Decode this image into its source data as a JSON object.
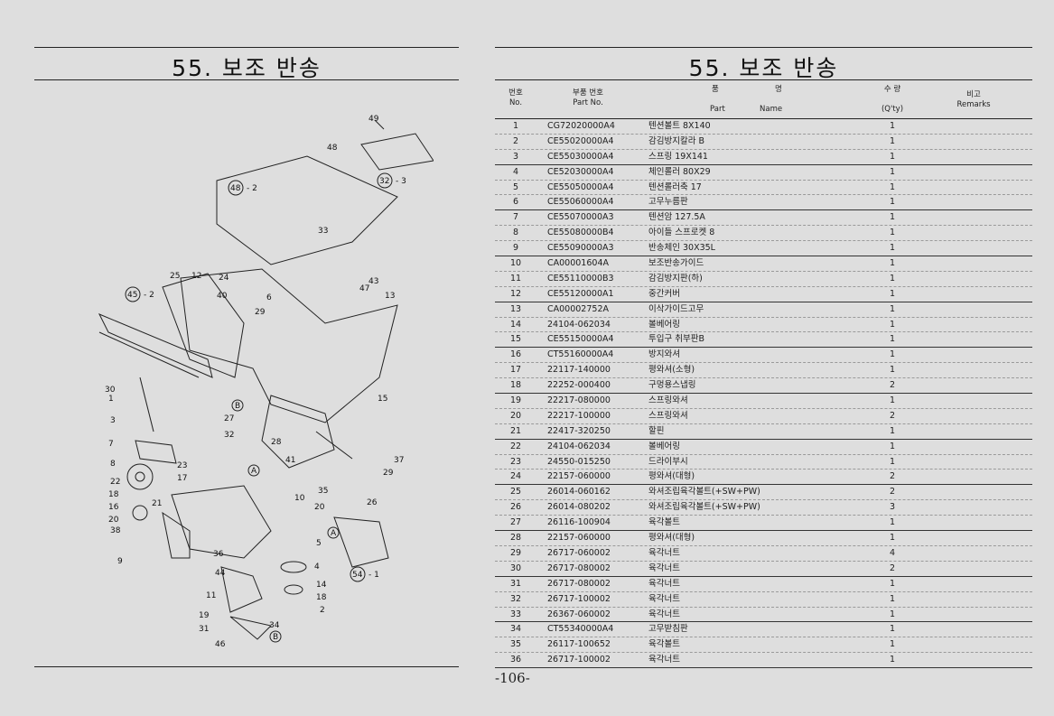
{
  "left_page": {
    "title": "55. 보조 반송"
  },
  "right_page": {
    "title": "55. 보조 반송",
    "headers": {
      "no_ko": "번호",
      "no_en": "No.",
      "part_ko": "부품 번호",
      "part_en": "Part  No.",
      "name_ko_1": "품",
      "name_ko_2": "명",
      "name_en_1": "Part",
      "name_en_2": "Name",
      "qty_ko": "수  량",
      "qty_en": "(Q'ty)",
      "remarks_ko": "비고",
      "remarks_en": "Remarks"
    },
    "page_number": "-106-"
  },
  "callouts": {
    "c1": "1",
    "c2": "2",
    "c3": "3",
    "c4": "4",
    "c5": "5",
    "c6": "6",
    "c7": "7",
    "c8": "8",
    "c9": "9",
    "c10": "10",
    "c11": "11",
    "c12": "12",
    "c13": "13",
    "c14": "14",
    "c15": "15",
    "c16": "16",
    "c17": "17",
    "c18": "18",
    "c19": "19",
    "c20": "20",
    "c21": "21",
    "c22": "22",
    "c23": "23",
    "c24": "24",
    "c25": "25",
    "c26": "26",
    "c27": "27",
    "c28": "28",
    "c29": "29",
    "c30": "30",
    "c31": "31",
    "c32": "32",
    "c33": "33",
    "c34": "34",
    "c35": "35",
    "c36": "36",
    "c37": "37",
    "c38": "38",
    "c40": "40",
    "c41": "41",
    "c43": "43",
    "c44": "44",
    "c46": "46",
    "c47": "47",
    "c48": "48",
    "c49": "49",
    "s45": "45",
    "s48": "48",
    "s32": "32",
    "s54": "54",
    "dash2a": "- 2",
    "dash2b": "- 2",
    "dash3": "- 3",
    "dash1": "- 1",
    "A": "A",
    "B": "B"
  },
  "parts": [
    {
      "no": "1",
      "part": "CG72020000A4",
      "name": "텐션볼트 8X140",
      "qty": "1"
    },
    {
      "no": "2",
      "part": "CE55020000A4",
      "name": "감김방지칼라 B",
      "qty": "1"
    },
    {
      "no": "3",
      "part": "CE55030000A4",
      "name": "스프링 19X141",
      "qty": "1"
    },
    {
      "no": "4",
      "part": "CE52030000A4",
      "name": "체인롤러 80X29",
      "qty": "1"
    },
    {
      "no": "5",
      "part": "CE55050000A4",
      "name": "텐션롤러축 17",
      "qty": "1"
    },
    {
      "no": "6",
      "part": "CE55060000A4",
      "name": "고무누름판",
      "qty": "1"
    },
    {
      "no": "7",
      "part": "CE55070000A3",
      "name": "텐션암 127.5A",
      "qty": "1"
    },
    {
      "no": "8",
      "part": "CE55080000B4",
      "name": "아이들 스프로켓 8",
      "qty": "1"
    },
    {
      "no": "9",
      "part": "CE55090000A3",
      "name": "반송체인 30X35L",
      "qty": "1"
    },
    {
      "no": "10",
      "part": "CA00001604A",
      "name": "보조반송가이드",
      "qty": "1"
    },
    {
      "no": "11",
      "part": "CE55110000B3",
      "name": "감김방지판(하)",
      "qty": "1"
    },
    {
      "no": "12",
      "part": "CE55120000A1",
      "name": "중간커버",
      "qty": "1"
    },
    {
      "no": "13",
      "part": "CA00002752A",
      "name": "이삭가이드고무",
      "qty": "1"
    },
    {
      "no": "14",
      "part": "24104-062034",
      "name": "볼베어링",
      "qty": "1"
    },
    {
      "no": "15",
      "part": "CE55150000A4",
      "name": "투입구 취부판B",
      "qty": "1"
    },
    {
      "no": "16",
      "part": "CT55160000A4",
      "name": "방지와셔",
      "qty": "1"
    },
    {
      "no": "17",
      "part": "22117-140000",
      "name": "평와셔(소형)",
      "qty": "1"
    },
    {
      "no": "18",
      "part": "22252-000400",
      "name": "구멍용스냅링",
      "qty": "2"
    },
    {
      "no": "19",
      "part": "22217-080000",
      "name": "스프링와셔",
      "qty": "1"
    },
    {
      "no": "20",
      "part": "22217-100000",
      "name": "스프링와셔",
      "qty": "2"
    },
    {
      "no": "21",
      "part": "22417-320250",
      "name": "할핀",
      "qty": "1"
    },
    {
      "no": "22",
      "part": "24104-062034",
      "name": "볼베어링",
      "qty": "1"
    },
    {
      "no": "23",
      "part": "24550-015250",
      "name": "드라이부시",
      "qty": "1"
    },
    {
      "no": "24",
      "part": "22157-060000",
      "name": "평와셔(대형)",
      "qty": "2"
    },
    {
      "no": "25",
      "part": "26014-060162",
      "name": "와셔조립육각볼트(+SW+PW)",
      "qty": "2"
    },
    {
      "no": "26",
      "part": "26014-080202",
      "name": "와셔조립육각볼트(+SW+PW)",
      "qty": "3"
    },
    {
      "no": "27",
      "part": "26116-100904",
      "name": "육각볼트",
      "qty": "1"
    },
    {
      "no": "28",
      "part": "22157-060000",
      "name": "평와셔(대형)",
      "qty": "1"
    },
    {
      "no": "29",
      "part": "26717-060002",
      "name": "육각너트",
      "qty": "4"
    },
    {
      "no": "30",
      "part": "26717-080002",
      "name": "육각너트",
      "qty": "2"
    },
    {
      "no": "31",
      "part": "26717-080002",
      "name": "육각너트",
      "qty": "1"
    },
    {
      "no": "32",
      "part": "26717-100002",
      "name": "육각너트",
      "qty": "1"
    },
    {
      "no": "33",
      "part": "26367-060002",
      "name": "육각너트",
      "qty": "1"
    },
    {
      "no": "34",
      "part": "CT55340000A4",
      "name": "고무받침판",
      "qty": "1"
    },
    {
      "no": "35",
      "part": "26117-100652",
      "name": "육각볼트",
      "qty": "1"
    },
    {
      "no": "36",
      "part": "26717-100002",
      "name": "육각너트",
      "qty": "1"
    }
  ]
}
